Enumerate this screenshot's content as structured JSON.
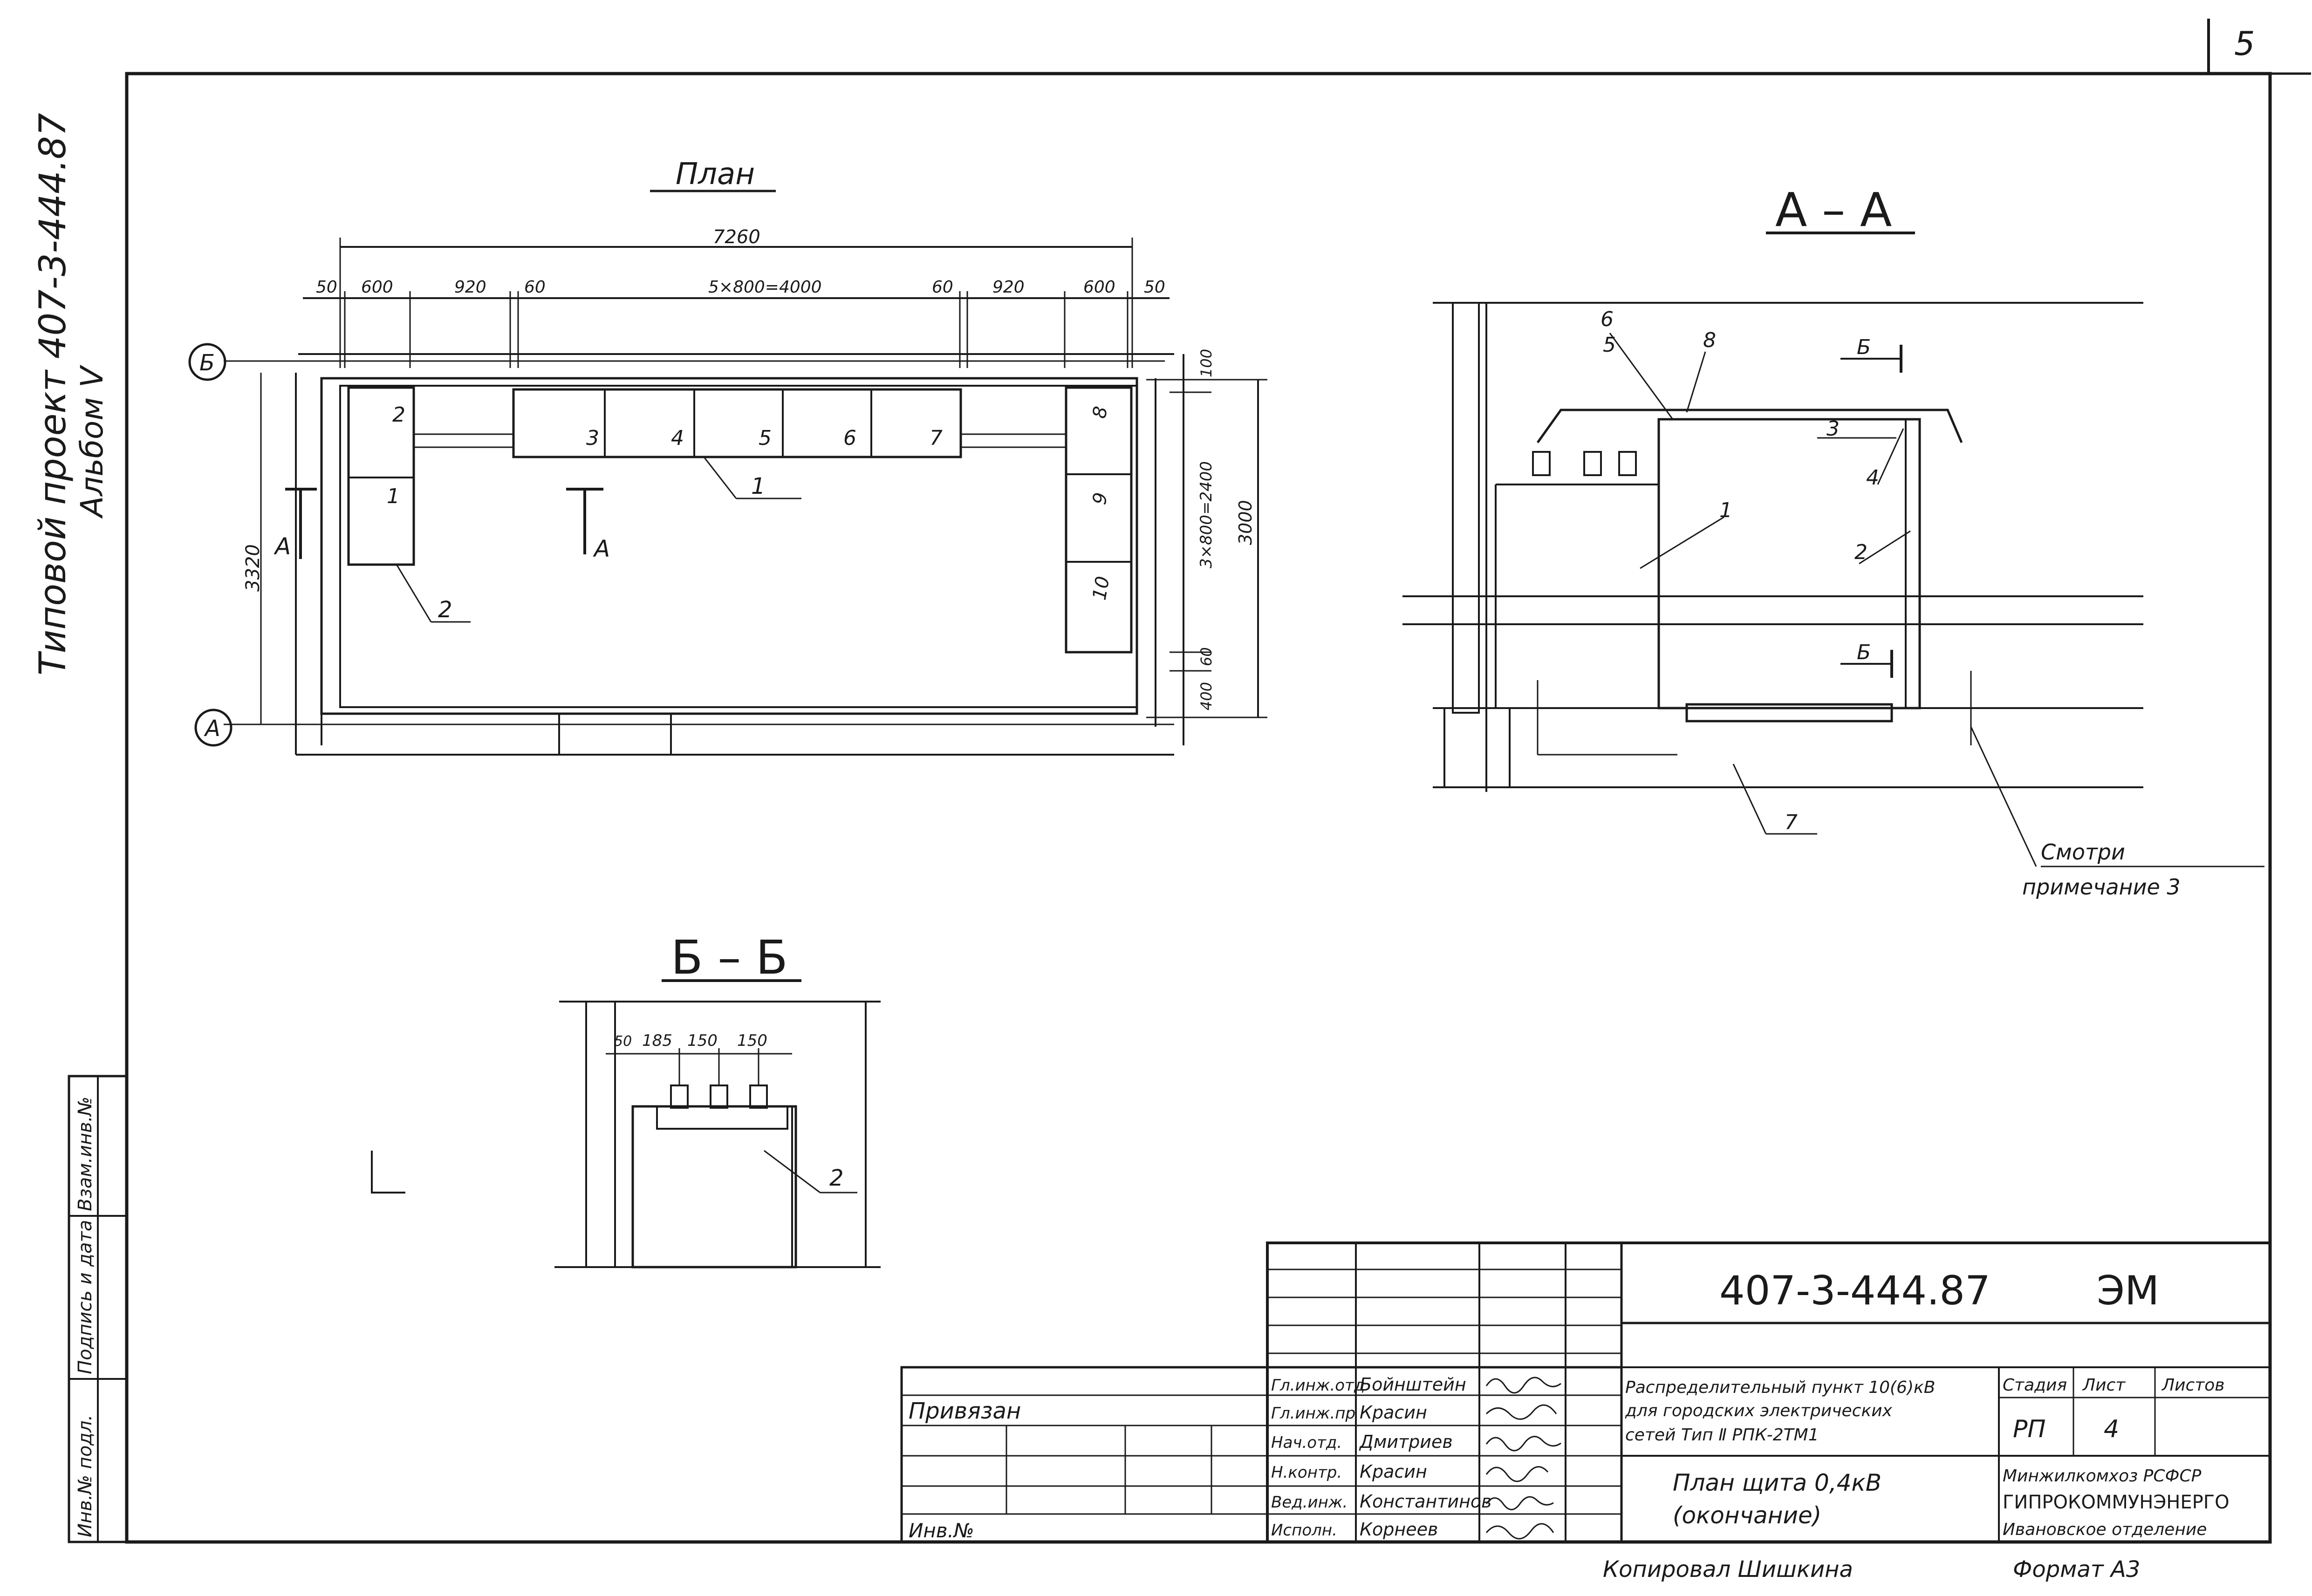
{
  "page_number": "5",
  "project_code_vertical": "Типовой проект 407-3-444.87",
  "album_vertical": "Альбом Ⅴ",
  "plan": {
    "title": "План",
    "dim_total": "7260",
    "dims": [
      "50",
      "600",
      "920",
      "60",
      "5×800=4000",
      "60",
      "920",
      "600",
      "50"
    ],
    "right_dims": [
      "100",
      "3×800=2400",
      "60",
      "400"
    ],
    "overall_right": "3000",
    "overall_left": "3320",
    "axis_b": "Б",
    "axis_a": "А",
    "section_mark": "А",
    "panel_numbers": [
      "1",
      "2",
      "3",
      "4",
      "5",
      "6",
      "7",
      "8",
      "9",
      "10"
    ],
    "callout_1": "1",
    "callout_2": "2"
  },
  "section_aa": {
    "title": "А – А",
    "callouts": [
      "6",
      "5",
      "8",
      "3",
      "4",
      "1",
      "2",
      "7"
    ],
    "cut_mark": "Б",
    "note_line1": "Смотри",
    "note_line2": "примечание 3"
  },
  "section_bb": {
    "title": "Б – Б",
    "dims": [
      "50",
      "185",
      "150",
      "150"
    ],
    "callout": "2"
  },
  "left_strip": [
    "Инв.№ подл.",
    "Подпись и дата",
    "Взам.инв.№"
  ],
  "title_block": {
    "doc_code": "407-3-444.87",
    "doc_type": "ЭМ",
    "privyazan": "Привязан",
    "inv_no": "Инв.№",
    "roles": [
      "Гл.инж.отд",
      "Гл.инж.пр",
      "Нач.отд.",
      "Н.контр.",
      "Вед.инж.",
      "Исполн."
    ],
    "names": [
      "Бойнштейн",
      "Красин",
      "Дмитриев",
      "Красин",
      "Константинов",
      "Корнеев"
    ],
    "description": [
      "Распределительный пункт 10(6)кВ",
      "для городских электрических",
      "сетей   Тип Ⅱ РПК-2ТМ1"
    ],
    "sheet_title": [
      "План щита 0,4кВ",
      "(окончание)"
    ],
    "stage_header": "Стадия",
    "sheet_header": "Лист",
    "sheets_header": "Листов",
    "stage": "РП",
    "sheet": "4",
    "org": [
      "Минжилкомхоз РСФСР",
      "ГИПРОКОММУНЭНЕРГО",
      "Ивановское отделение"
    ]
  },
  "footer_copied": "Копировал Шишкина",
  "footer_format": "Формат А3"
}
